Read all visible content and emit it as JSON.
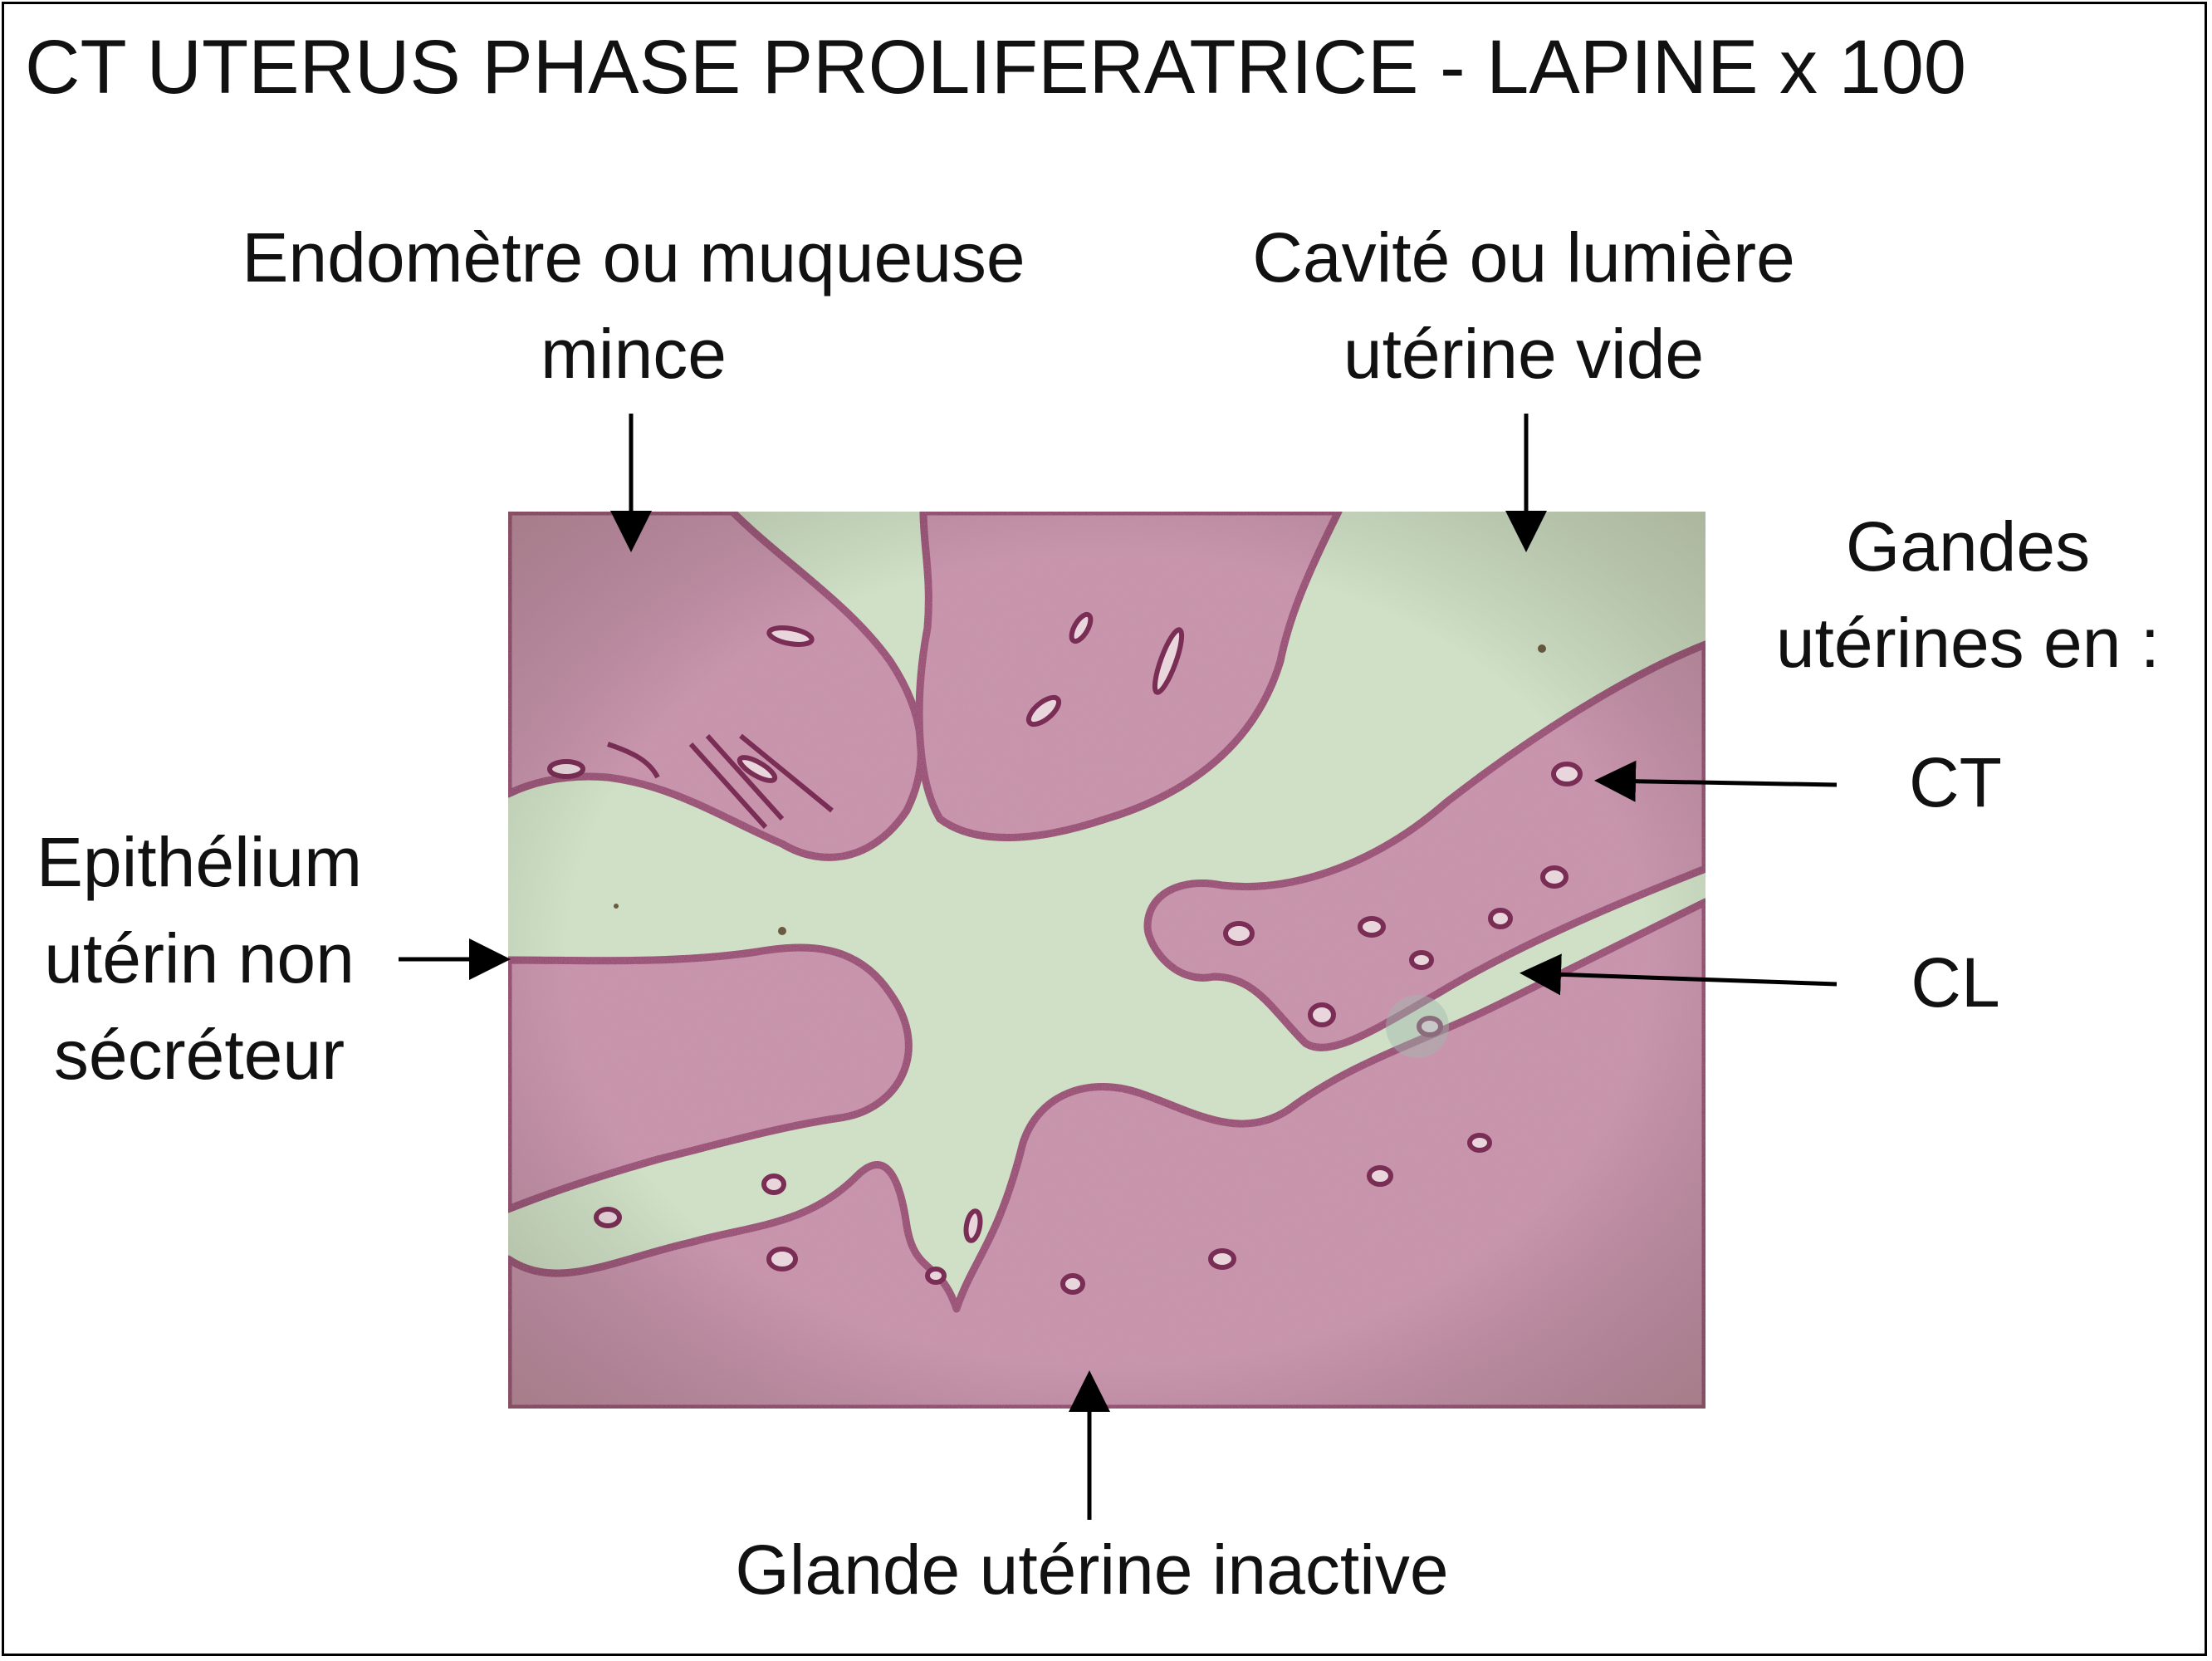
{
  "title": "CT UTERUS PHASE PROLIFERATRICE - LAPINE x 100",
  "labels": {
    "endometre": {
      "line1": "Endomètre ou muqueuse",
      "line2": "mince"
    },
    "cavite": {
      "line1": "Cavité ou lumière",
      "line2": "utérine vide"
    },
    "glandes": {
      "line1": "Gandes",
      "line2": "utérines en :"
    },
    "ct": "CT",
    "cl": "CL",
    "epithelium": {
      "line1": "Epithélium",
      "line2": "utérin non",
      "line3": "sécréteur"
    },
    "glande_inactive": "Glande utérine inactive"
  },
  "colors": {
    "lumen": "#cfe0c6",
    "tissue": "#c99aad",
    "tissue_dark": "#a0607e",
    "epithelium": "#8a3a62",
    "border": "#000000",
    "arrow": "#000000"
  },
  "image": {
    "kind": "histology micrograph, H&E stain, light microscopy"
  }
}
